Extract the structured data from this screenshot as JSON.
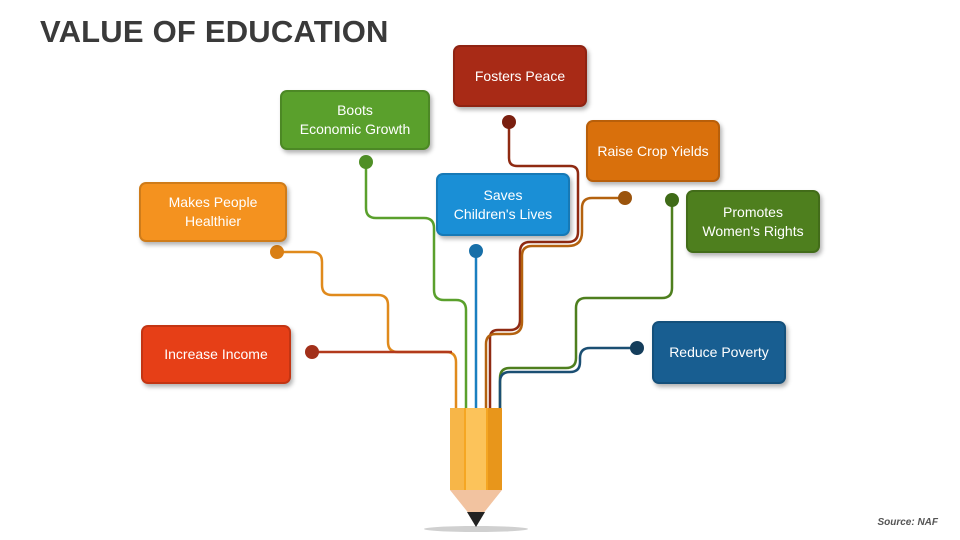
{
  "title": "VALUE OF EDUCATION",
  "source": "Source: NAF",
  "nodes": [
    {
      "id": "fosters-peace",
      "label": "Fosters Peace",
      "color": "#a82a16"
    },
    {
      "id": "boots-growth",
      "label": "Boots\nEconomic Growth",
      "color": "#5aa02c"
    },
    {
      "id": "raise-crop",
      "label": "Raise Crop Yields",
      "color": "#d9700c"
    },
    {
      "id": "makes-healthier",
      "label": "Makes People\nHealthier",
      "color": "#f4921f"
    },
    {
      "id": "saves-lives",
      "label": "Saves\nChildren's Lives",
      "color": "#1a8fd6"
    },
    {
      "id": "promotes-women",
      "label": "Promotes\nWomen's Rights",
      "color": "#4e7f1e"
    },
    {
      "id": "increase-income",
      "label": "Increase Income",
      "color": "#e63f17"
    },
    {
      "id": "reduce-poverty",
      "label": "Reduce Poverty",
      "color": "#185e91"
    }
  ]
}
